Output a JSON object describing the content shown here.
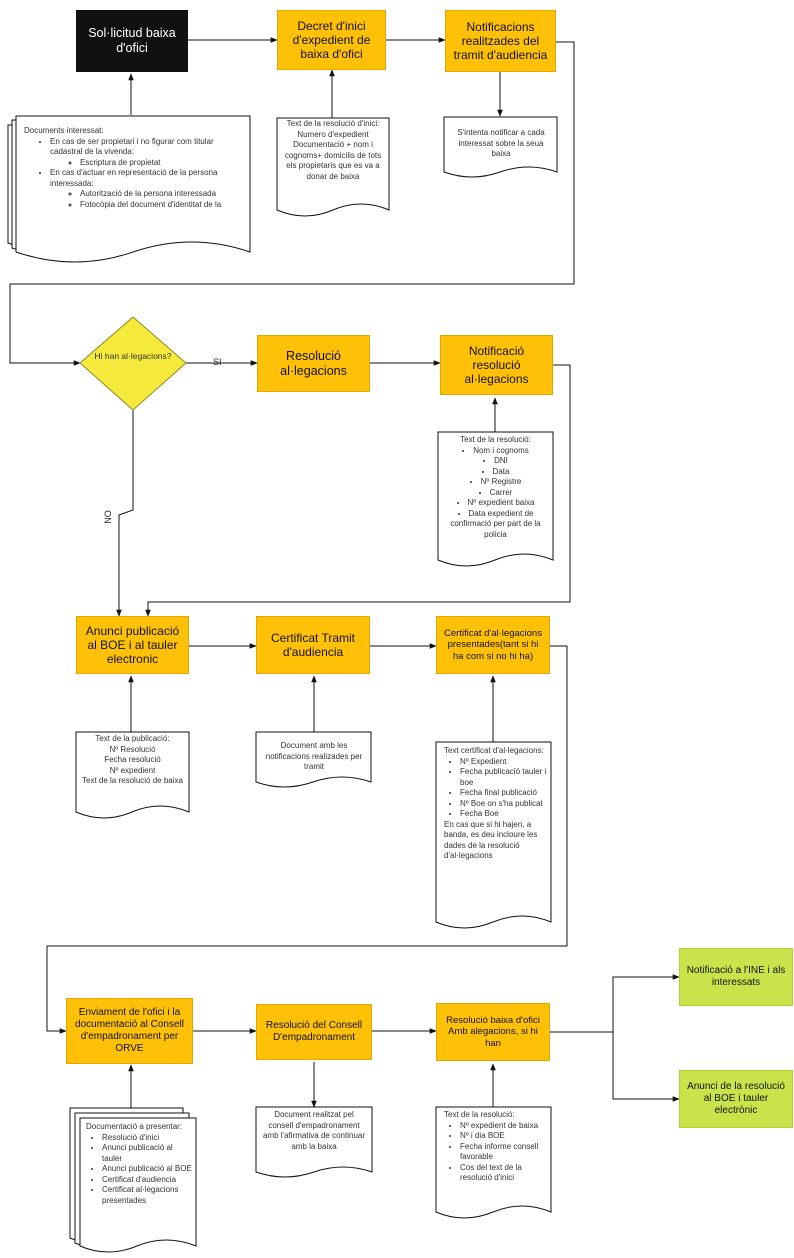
{
  "nodes": {
    "solicitud": "Sol·licitud baixa d'ofici",
    "decret": "Decret d'inici d'expedient de baixa d'ofici",
    "notificacions": "Notificacions realitzades del tramit d'audiencia",
    "decision": "Hi han al·legacions?",
    "resolucio_alegacions": "Resolució al·legacions",
    "notificacio_resolucio": "Notificació resolució al·legacions",
    "anunci": "Anunci publicació al BOE i al tauler electronic",
    "certificat_tramit": "Certificat Tramit d'audiencia",
    "certificat_alegacions": "Certificat d'al·legacions presentades(tant si hi ha com si no hi ha)",
    "enviament": "Enviament de l'ofici i la documentació al Consell d'empadronament per ORVE",
    "resolucio_consell": "Resolució del Consell D'empadronament",
    "resolucio_baixa": "Resolució baixa d'ofici Amb alegacions, si hi han",
    "notificacio_ine": "Notificació a l'INE i als interessats",
    "anunci_resolucio": "Anunci de la resolució al BOE i tauler electrònic"
  },
  "edge_labels": {
    "si": "SI",
    "no": "NO"
  },
  "notes": {
    "documents_interessat": {
      "title": "Documents interessat:",
      "item1": "En cas de ser propietari i no figurar com titular cadastral de la vivenda:",
      "item1_sub1": "Escriptura de propietat",
      "item2": "En cas d'actuar en representació de la persona interessada:",
      "item2_sub1": "Autorització de la persona interessada",
      "item2_sub2": "Fotocòpia del document d'identitat de la"
    },
    "text_resolucio_inici": {
      "line1": "Text de la resolució d'inici:",
      "line2": "Numero d'expedient",
      "line3": "Documentació + nom i cognoms+ domicilis de tots els propietaris que es va a donar de baixa"
    },
    "intenta_notificar": {
      "text": "S'intenta notificar a cada interessat sobre la seua baixa"
    },
    "text_resolucio_alegacions": {
      "title": "Text de la resolució:",
      "items": [
        "Nom i cognoms",
        "DNI",
        "Data",
        "Nº Registre",
        "Carrer",
        "Nº expedient baixa",
        "Data expedient de confirmació per part de la policia"
      ]
    },
    "text_publicacio": {
      "line1": "Text de la publicació:",
      "line2": "Nº Resolució",
      "line3": "Fecha resolució",
      "line4": "Nº expedient",
      "line5": "Text de la resolució de baixa"
    },
    "document_notificacions": {
      "text": "Document amb les notificacions realizades per tramit"
    },
    "text_certificat": {
      "title": "Text certificat d'al·legacions:",
      "items": [
        "Nº Expedient",
        "Fecha publicació tauler i boe",
        "Fecha final publicació",
        "Nº Boe on s'ha publicat",
        "Fecha Boe"
      ],
      "footer": "En cas que si hi hajen, a banda, es deu incloure les dades de la resolució d'al·legacions"
    },
    "documentacio_presentar": {
      "title": "Documentació a presentar:",
      "items": [
        "Resolució d'inici",
        "Anunci publicació al tauler",
        "Anunci publicació al BOE",
        "Certificat d'audiencia",
        "Certificat al·legacions presentades"
      ]
    },
    "document_consell": {
      "text": "Document realitzat pel consell d'empadronament amb l'afirmativa de continuar amb la baixa"
    },
    "text_resolucio_baixa": {
      "title": "Text de la resolució:",
      "items": [
        "Nº expedient de baixa",
        "Nº i dia BOE",
        "Fecha informe consell favorable",
        "Cos del text de la resolució d'inici"
      ]
    }
  },
  "colors": {
    "process": "#ffc107",
    "start": "#111111",
    "end": "#c9e44a",
    "decision": "#f5ea3b"
  }
}
